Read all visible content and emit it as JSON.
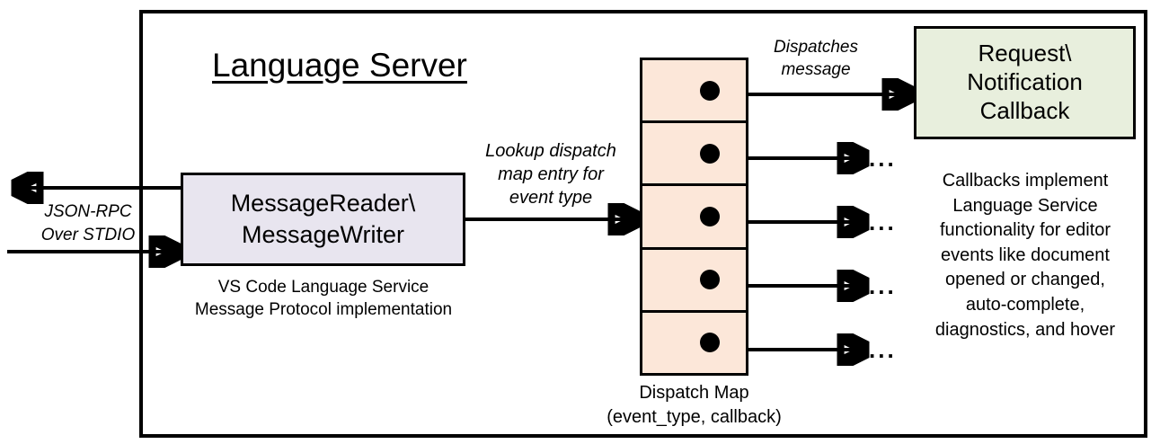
{
  "diagram": {
    "title": "Language Server",
    "left_channel": {
      "label": "JSON-RPC\nOver STDIO",
      "label_line1": "JSON-RPC",
      "label_line2": "Over STDIO"
    },
    "reader_writer": {
      "title_line1": "MessageReader\\",
      "title_line2": "MessageWriter",
      "caption_line1": "VS Code Language Service",
      "caption_line2": "Message Protocol implementation",
      "fill": "#E8E5EF"
    },
    "lookup_edge": {
      "line1": "Lookup dispatch",
      "line2": "map entry for",
      "line3": "event type"
    },
    "dispatch_map": {
      "caption_line1": "Dispatch Map",
      "caption_line2": "(event_type, callback)",
      "fill": "#FCE7D9",
      "rows": [
        {
          "id": "row-1",
          "trailing": ""
        },
        {
          "id": "row-2",
          "trailing": "..."
        },
        {
          "id": "row-3",
          "trailing": "..."
        },
        {
          "id": "row-4",
          "trailing": "..."
        },
        {
          "id": "row-5",
          "trailing": "..."
        }
      ]
    },
    "dispatch_edge": {
      "line1": "Dispatches",
      "line2": "message"
    },
    "callback": {
      "title_line1": "Request\\",
      "title_line2": "Notification",
      "title_line3": "Callback",
      "fill": "#E8EFDD",
      "description_line1": "Callbacks implement",
      "description_line2": "Language Service",
      "description_line3": "functionality for editor",
      "description_line4": "events like document",
      "description_line5": "opened or changed,",
      "description_line6": "auto-complete,",
      "description_line7": "diagnostics, and hover"
    },
    "colors": {
      "stroke": "#000000",
      "background": "#FFFFFF"
    }
  }
}
